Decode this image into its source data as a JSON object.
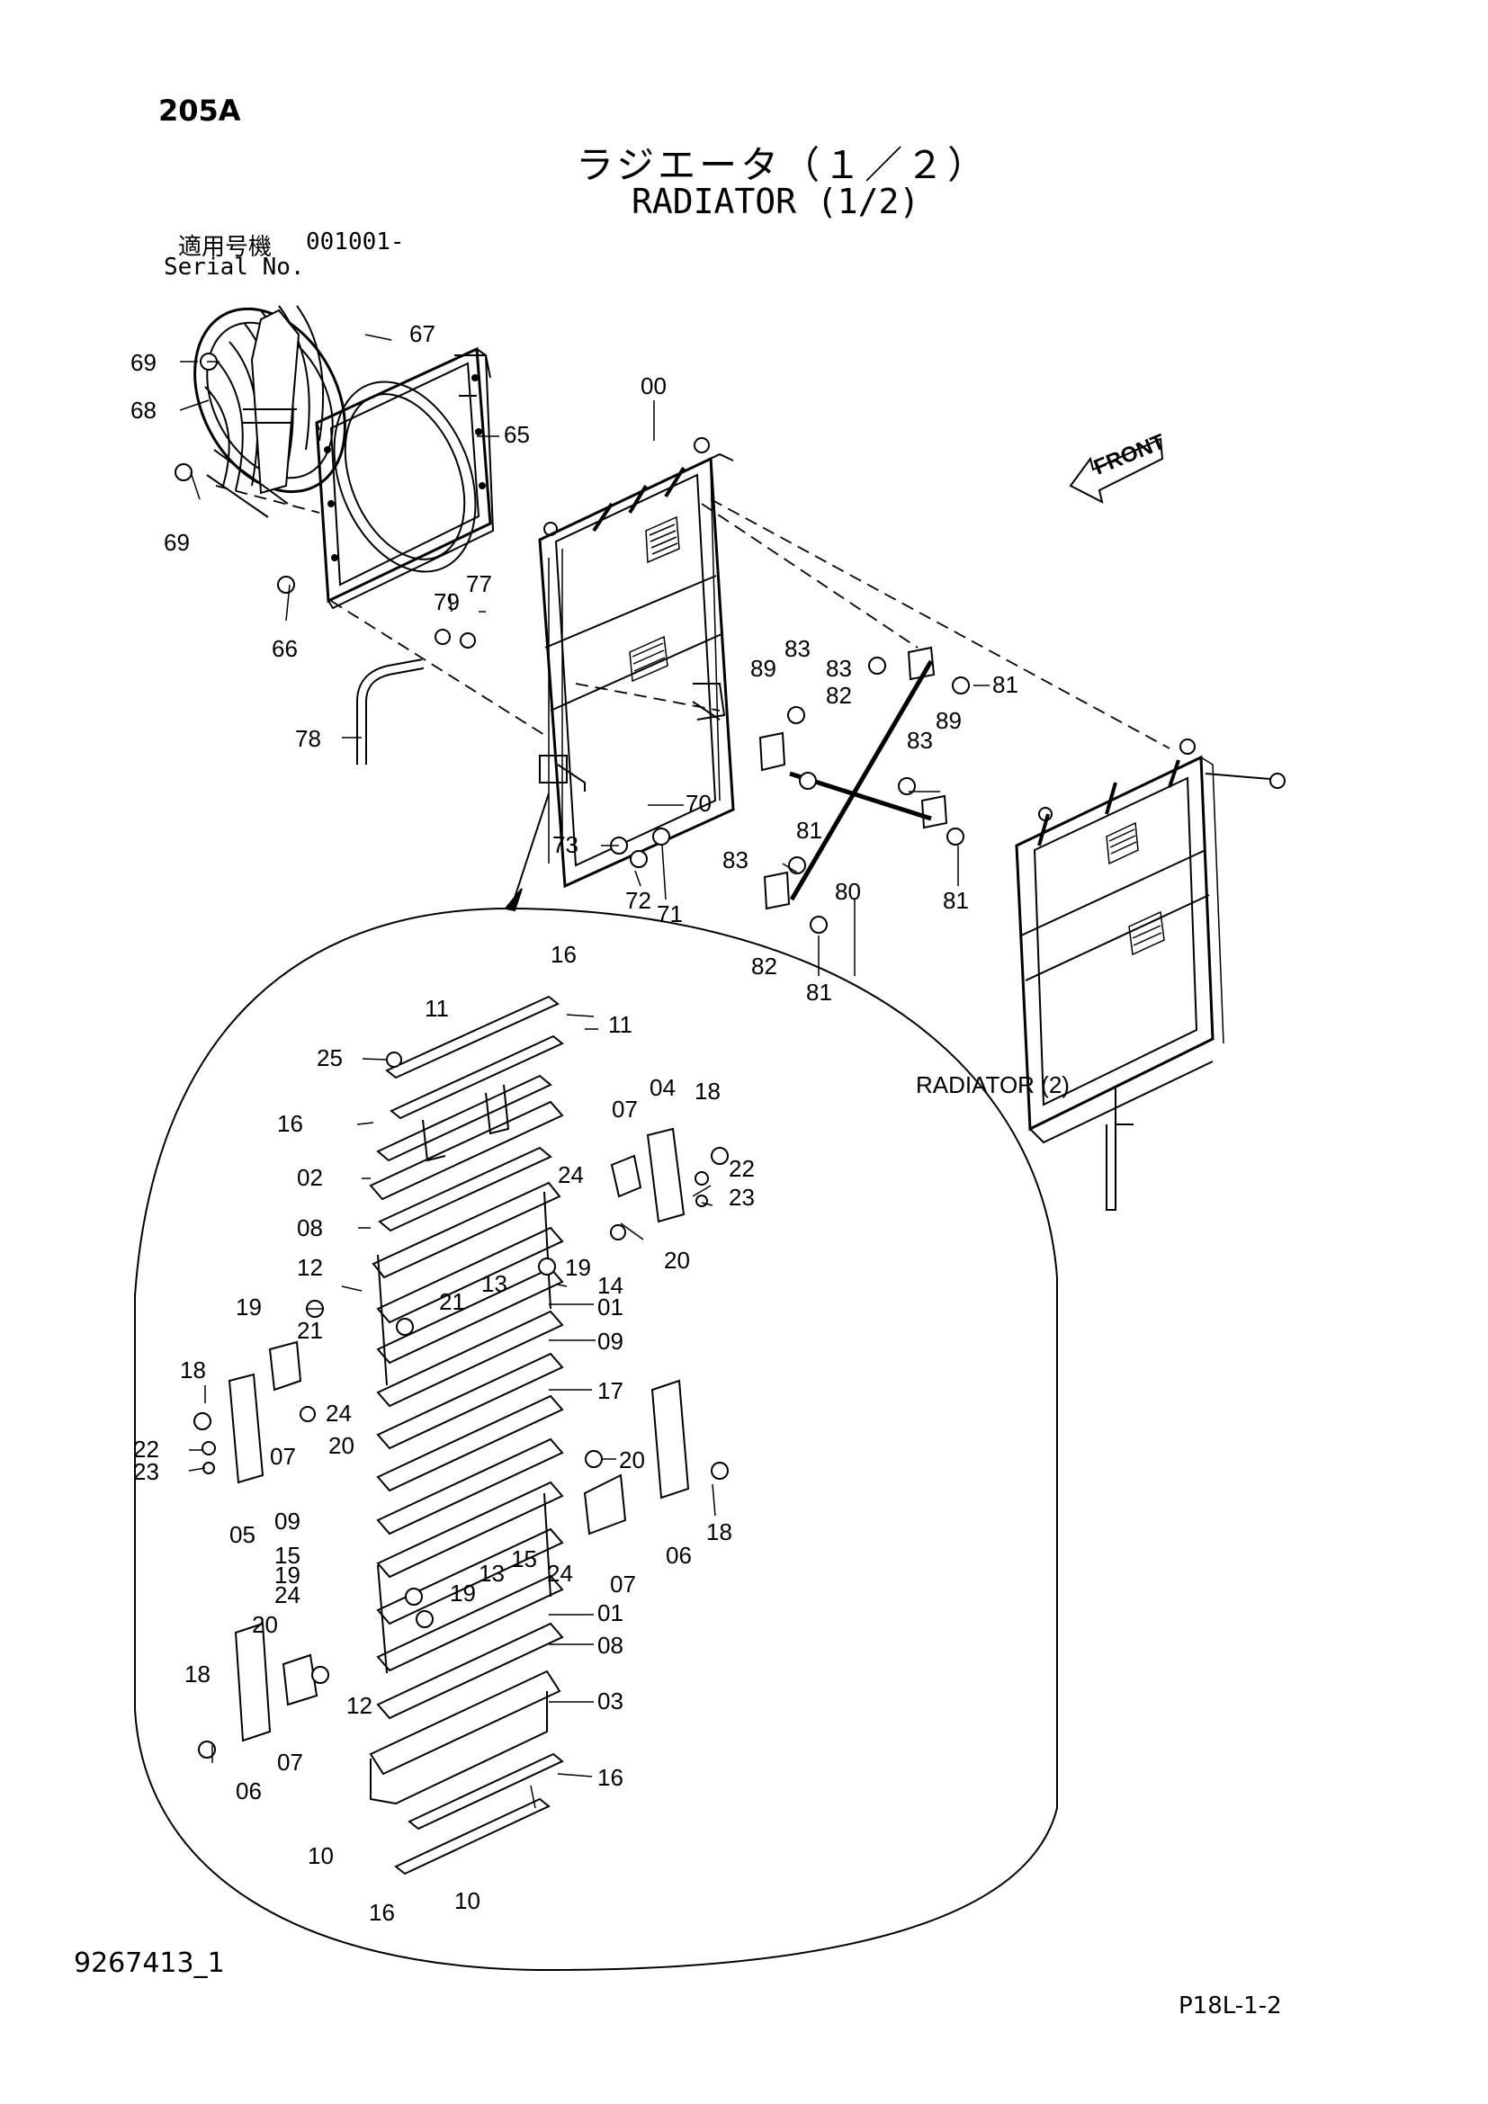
{
  "header": {
    "section_code": "205A",
    "title_ja": "ラジエータ（１／２）",
    "title_en": "RADIATOR (1/2)",
    "serial_label_ja": "適用号機",
    "serial_value": "001001-",
    "serial_label_en": "Serial No."
  },
  "footer": {
    "doc_id": "9267413_1",
    "page_ref": "P18L-1-2"
  },
  "diagram": {
    "front_label": "FRONT",
    "radiator2_label": "RADIATOR (2)",
    "callouts": {
      "c67": "67",
      "c69a": "69",
      "c68": "68",
      "c69b": "69",
      "c65": "65",
      "c00": "00",
      "c66": "66",
      "c79": "79",
      "c77": "77",
      "c78": "78",
      "c70": "70",
      "c73": "73",
      "c72": "72",
      "c71": "71",
      "c89a": "89",
      "c83a": "83",
      "c83b": "83",
      "c82a": "82",
      "c81a": "81",
      "c83c": "83",
      "c89b": "89",
      "c81b": "81",
      "c80": "80",
      "c81c": "81",
      "c83d": "83",
      "c82b": "82",
      "c81d": "81",
      "d16a": "16",
      "d11a": "11",
      "d11b": "11",
      "d25": "25",
      "d16b": "16",
      "d02": "02",
      "d07a": "07",
      "d04": "04",
      "d18a": "18",
      "d22a": "22",
      "d23a": "23",
      "d24a": "24",
      "d08a": "08",
      "d20a": "20",
      "d12a": "12",
      "d13a": "13",
      "d19a": "19",
      "d14": "14",
      "d19b": "19",
      "d21a": "21",
      "d01a": "01",
      "d21b": "21",
      "d09a": "09",
      "d18b": "18",
      "d24b": "24",
      "d17": "17",
      "d22b": "22",
      "d07b": "07",
      "d20b": "20",
      "d23b": "23",
      "d05": "05",
      "d20c": "20",
      "d18c": "18",
      "d09b": "09",
      "d06a": "06",
      "d07c": "07",
      "d15a": "15",
      "d15b": "15",
      "d24c": "24",
      "d19c": "19",
      "d13b": "13",
      "d19d": "19",
      "d24d": "24",
      "d01b": "01",
      "d20d": "20",
      "d08b": "08",
      "d18d": "18",
      "d12b": "12",
      "d03": "03",
      "d06b": "06",
      "d07d": "07",
      "d16c": "16",
      "d10a": "10",
      "d10b": "10",
      "d16d": "16"
    }
  }
}
